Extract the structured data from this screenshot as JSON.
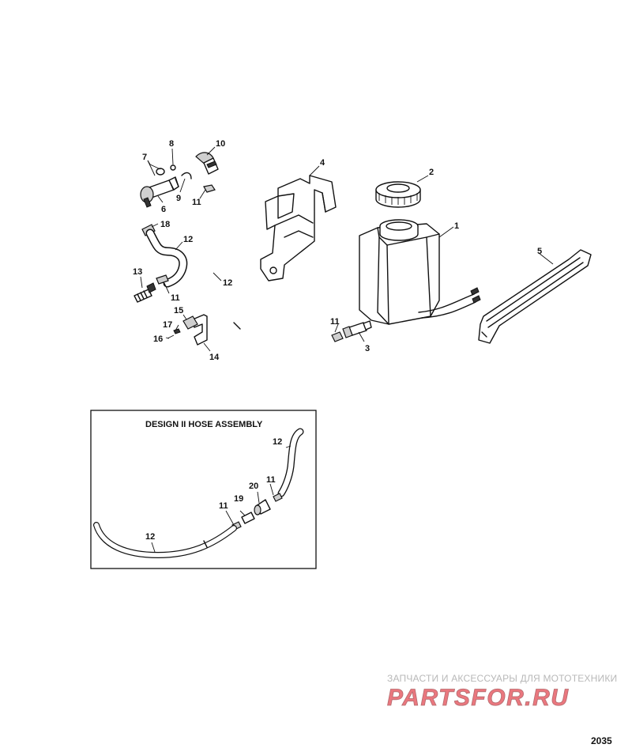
{
  "callouts": {
    "c1": "1",
    "c2": "2",
    "c3": "3",
    "c4": "4",
    "c5": "5",
    "c6": "6",
    "c7": "7",
    "c8": "8",
    "c9": "9",
    "c10": "10",
    "c11a": "11",
    "c11b": "11",
    "c11c": "11",
    "c12a": "12",
    "c12b": "12",
    "c13": "13",
    "c14": "14",
    "c15": "15",
    "c16": "16",
    "c17": "17",
    "c18": "18"
  },
  "inset": {
    "title": "DESIGN II HOSE ASSEMBLY",
    "callouts": {
      "c12a": "12",
      "c12b": "12",
      "c11a": "11",
      "c11b": "11",
      "c19": "19",
      "c20": "20"
    }
  },
  "watermark": {
    "tagline": "ЗАПЧАСТИ И АКСЕССУАРЫ ДЛЯ МОТОТЕХНИКИ",
    "logo_text": "PARTSFOR.RU",
    "color": "#e0303a"
  },
  "page_number": "2035"
}
